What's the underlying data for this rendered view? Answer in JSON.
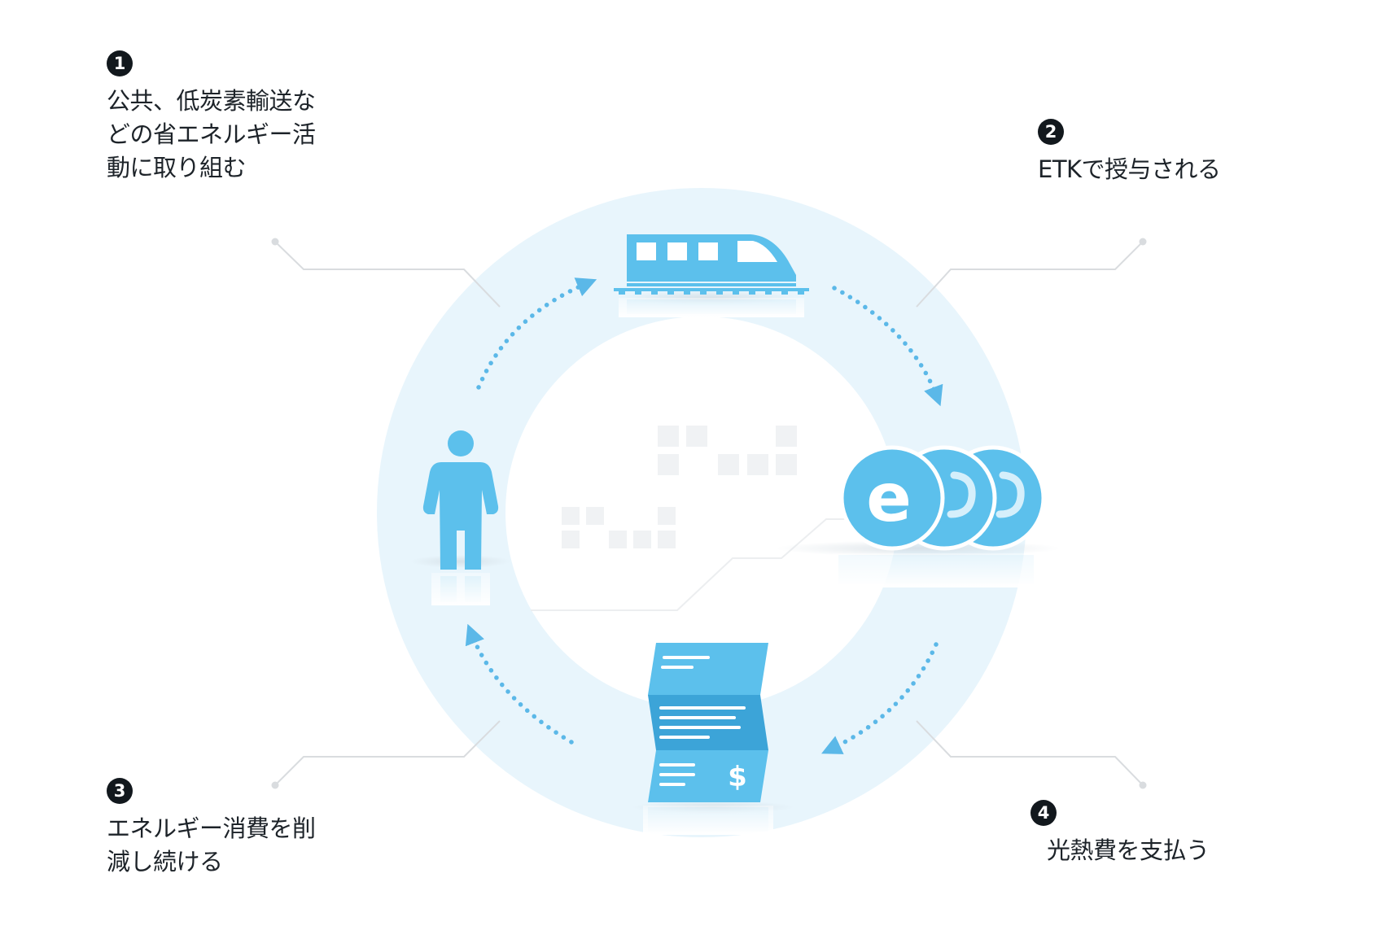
{
  "steps": [
    {
      "number": "1",
      "lines": [
        "公共、低炭素輸送な",
        "どの省エネルギー活",
        "動に取り組む"
      ]
    },
    {
      "number": "2",
      "lines": [
        "ETKで授与される"
      ]
    },
    {
      "number": "3",
      "lines": [
        "エネルギー消費を削",
        "減し続ける"
      ]
    },
    {
      "number": "4",
      "lines": [
        "光熱費を支払う"
      ]
    }
  ],
  "coin_letter": "e",
  "bill_currency": "$",
  "icons": {
    "step1": "train-icon",
    "step2": "coin-stack-icon",
    "step3": "person-icon",
    "step4": "bill-icon"
  },
  "colors": {
    "ring": "#e8f5fc",
    "icon_blue": "#5cc0ec",
    "icon_dark_blue": "#3ca4d8",
    "arrow": "#5bb8e8",
    "connector": "#d9dcdf",
    "badge": "#12181d",
    "text": "#1d2329"
  }
}
